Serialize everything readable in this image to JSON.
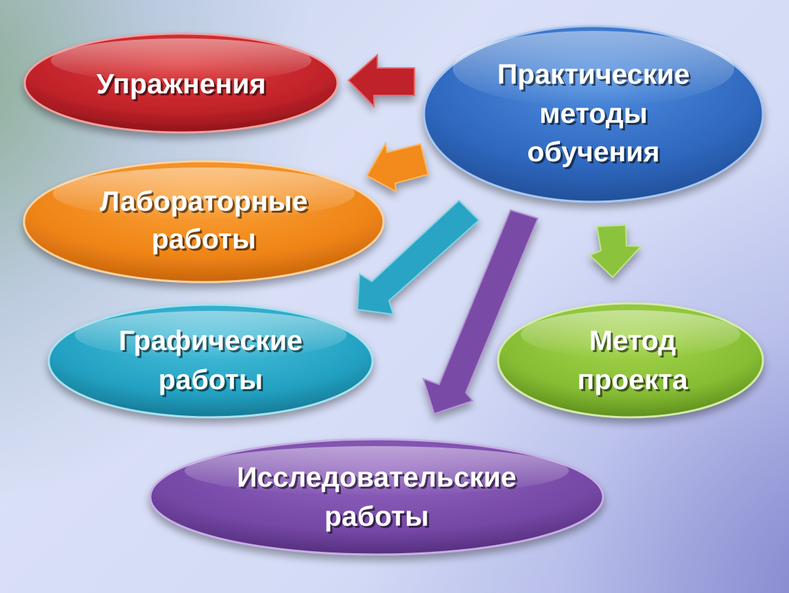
{
  "nodes": {
    "center": {
      "lines": [
        "Практические",
        "методы",
        "обучения"
      ],
      "color": "#3a73c8"
    },
    "exercises": {
      "lines": [
        "Упражнения"
      ],
      "color": "#c4262b"
    },
    "lab_works": {
      "lines": [
        "Лабораторные",
        "работы"
      ],
      "color": "#f18a1e"
    },
    "graphic_works": {
      "lines": [
        "Графические",
        "работы"
      ],
      "color": "#2aa8c6"
    },
    "project_method": {
      "lines": [
        "Метод",
        "проекта"
      ],
      "color": "#8dc43c"
    },
    "research_works": {
      "lines": [
        "Исследовательские",
        "работы"
      ],
      "color": "#7a4fa8"
    }
  },
  "colors": {
    "arrow_exercises": "#c4262b",
    "arrow_lab": "#f18a1e",
    "arrow_graphic": "#2aa8c6",
    "arrow_research": "#7a4fa8",
    "arrow_project": "#8dc43c"
  }
}
